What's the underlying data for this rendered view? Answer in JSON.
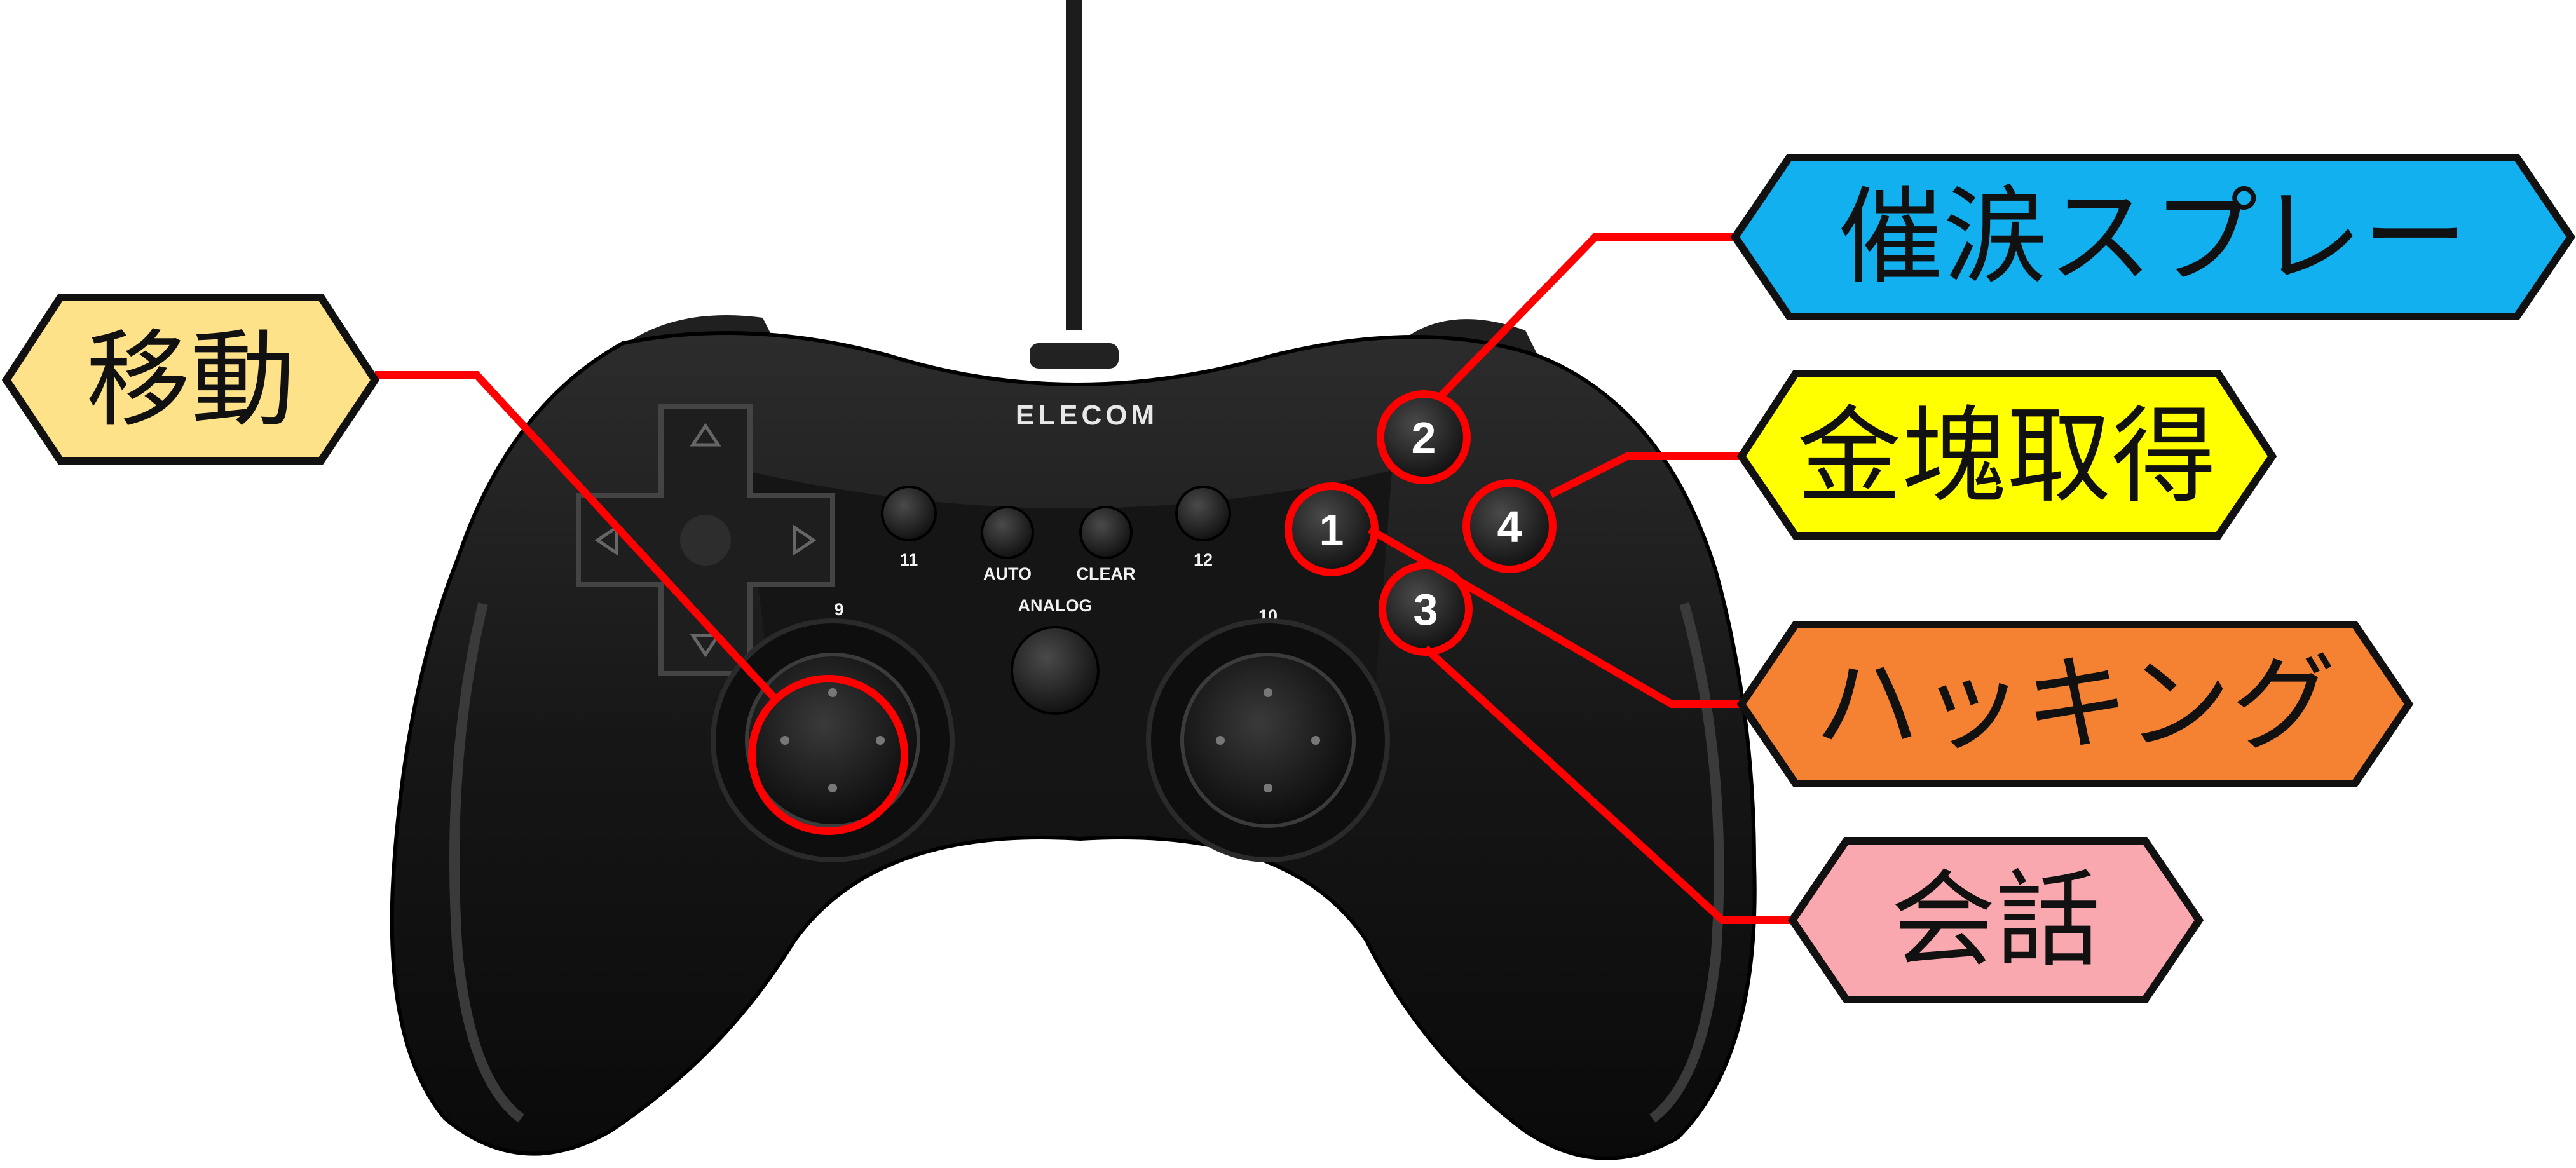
{
  "controller": {
    "brand": "ELECOM",
    "button_labels": {
      "b11": "11",
      "auto": "AUTO",
      "clear": "CLEAR",
      "b12": "12",
      "analog": "ANALOG",
      "b9": "9",
      "b10": "10"
    },
    "face_numbers": {
      "b1": "1",
      "b2": "2",
      "b3": "3",
      "b4": "4"
    }
  },
  "callouts": [
    {
      "id": "move",
      "text": "移動",
      "color": "#fde28a",
      "target": "left-stick"
    },
    {
      "id": "tear-gas",
      "text": "催涙スプレー",
      "color": "#13b0f0",
      "target": "button-2"
    },
    {
      "id": "gold",
      "text": "金塊取得",
      "color": "#ffff00",
      "target": "button-4"
    },
    {
      "id": "hack",
      "text": "ハッキング",
      "color": "#f58233",
      "target": "button-1"
    },
    {
      "id": "talk",
      "text": "会話",
      "color": "#f8a8ae",
      "target": "button-3"
    }
  ],
  "colors": {
    "leader_line": "#ff0000",
    "label_border": "#111111",
    "controller_body": "#1a1a1a"
  }
}
